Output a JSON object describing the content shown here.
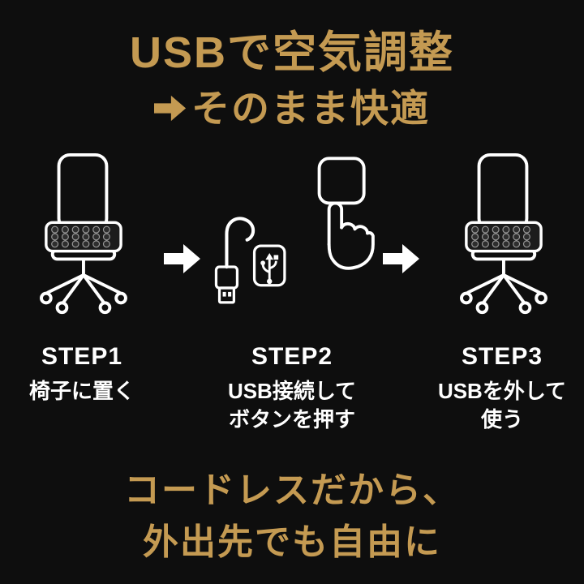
{
  "colors": {
    "background": "#0E0E0E",
    "gold": "#C49A52",
    "white": "#FFFFFF"
  },
  "title": {
    "line1": "USBで空気調整",
    "line2": "そのまま快適",
    "line2_arrow_icon": "right-arrow"
  },
  "steps": [
    {
      "label": "STEP1",
      "desc": [
        "椅子に置く"
      ],
      "icon": "office-chair-with-cushion"
    },
    {
      "label": "STEP2",
      "desc": [
        "USB接続して",
        "ボタンを押す"
      ],
      "icons": [
        "usb-cable-plug-and-receiver",
        "finger-press-button"
      ]
    },
    {
      "label": "STEP3",
      "desc": [
        "USBを外して",
        "使う"
      ],
      "icon": "office-chair-with-cushion"
    }
  ],
  "arrows": [
    "right-arrow",
    "right-arrow"
  ],
  "footer": {
    "line1": "コードレスだから、",
    "line2": "外出先でも自由に"
  }
}
